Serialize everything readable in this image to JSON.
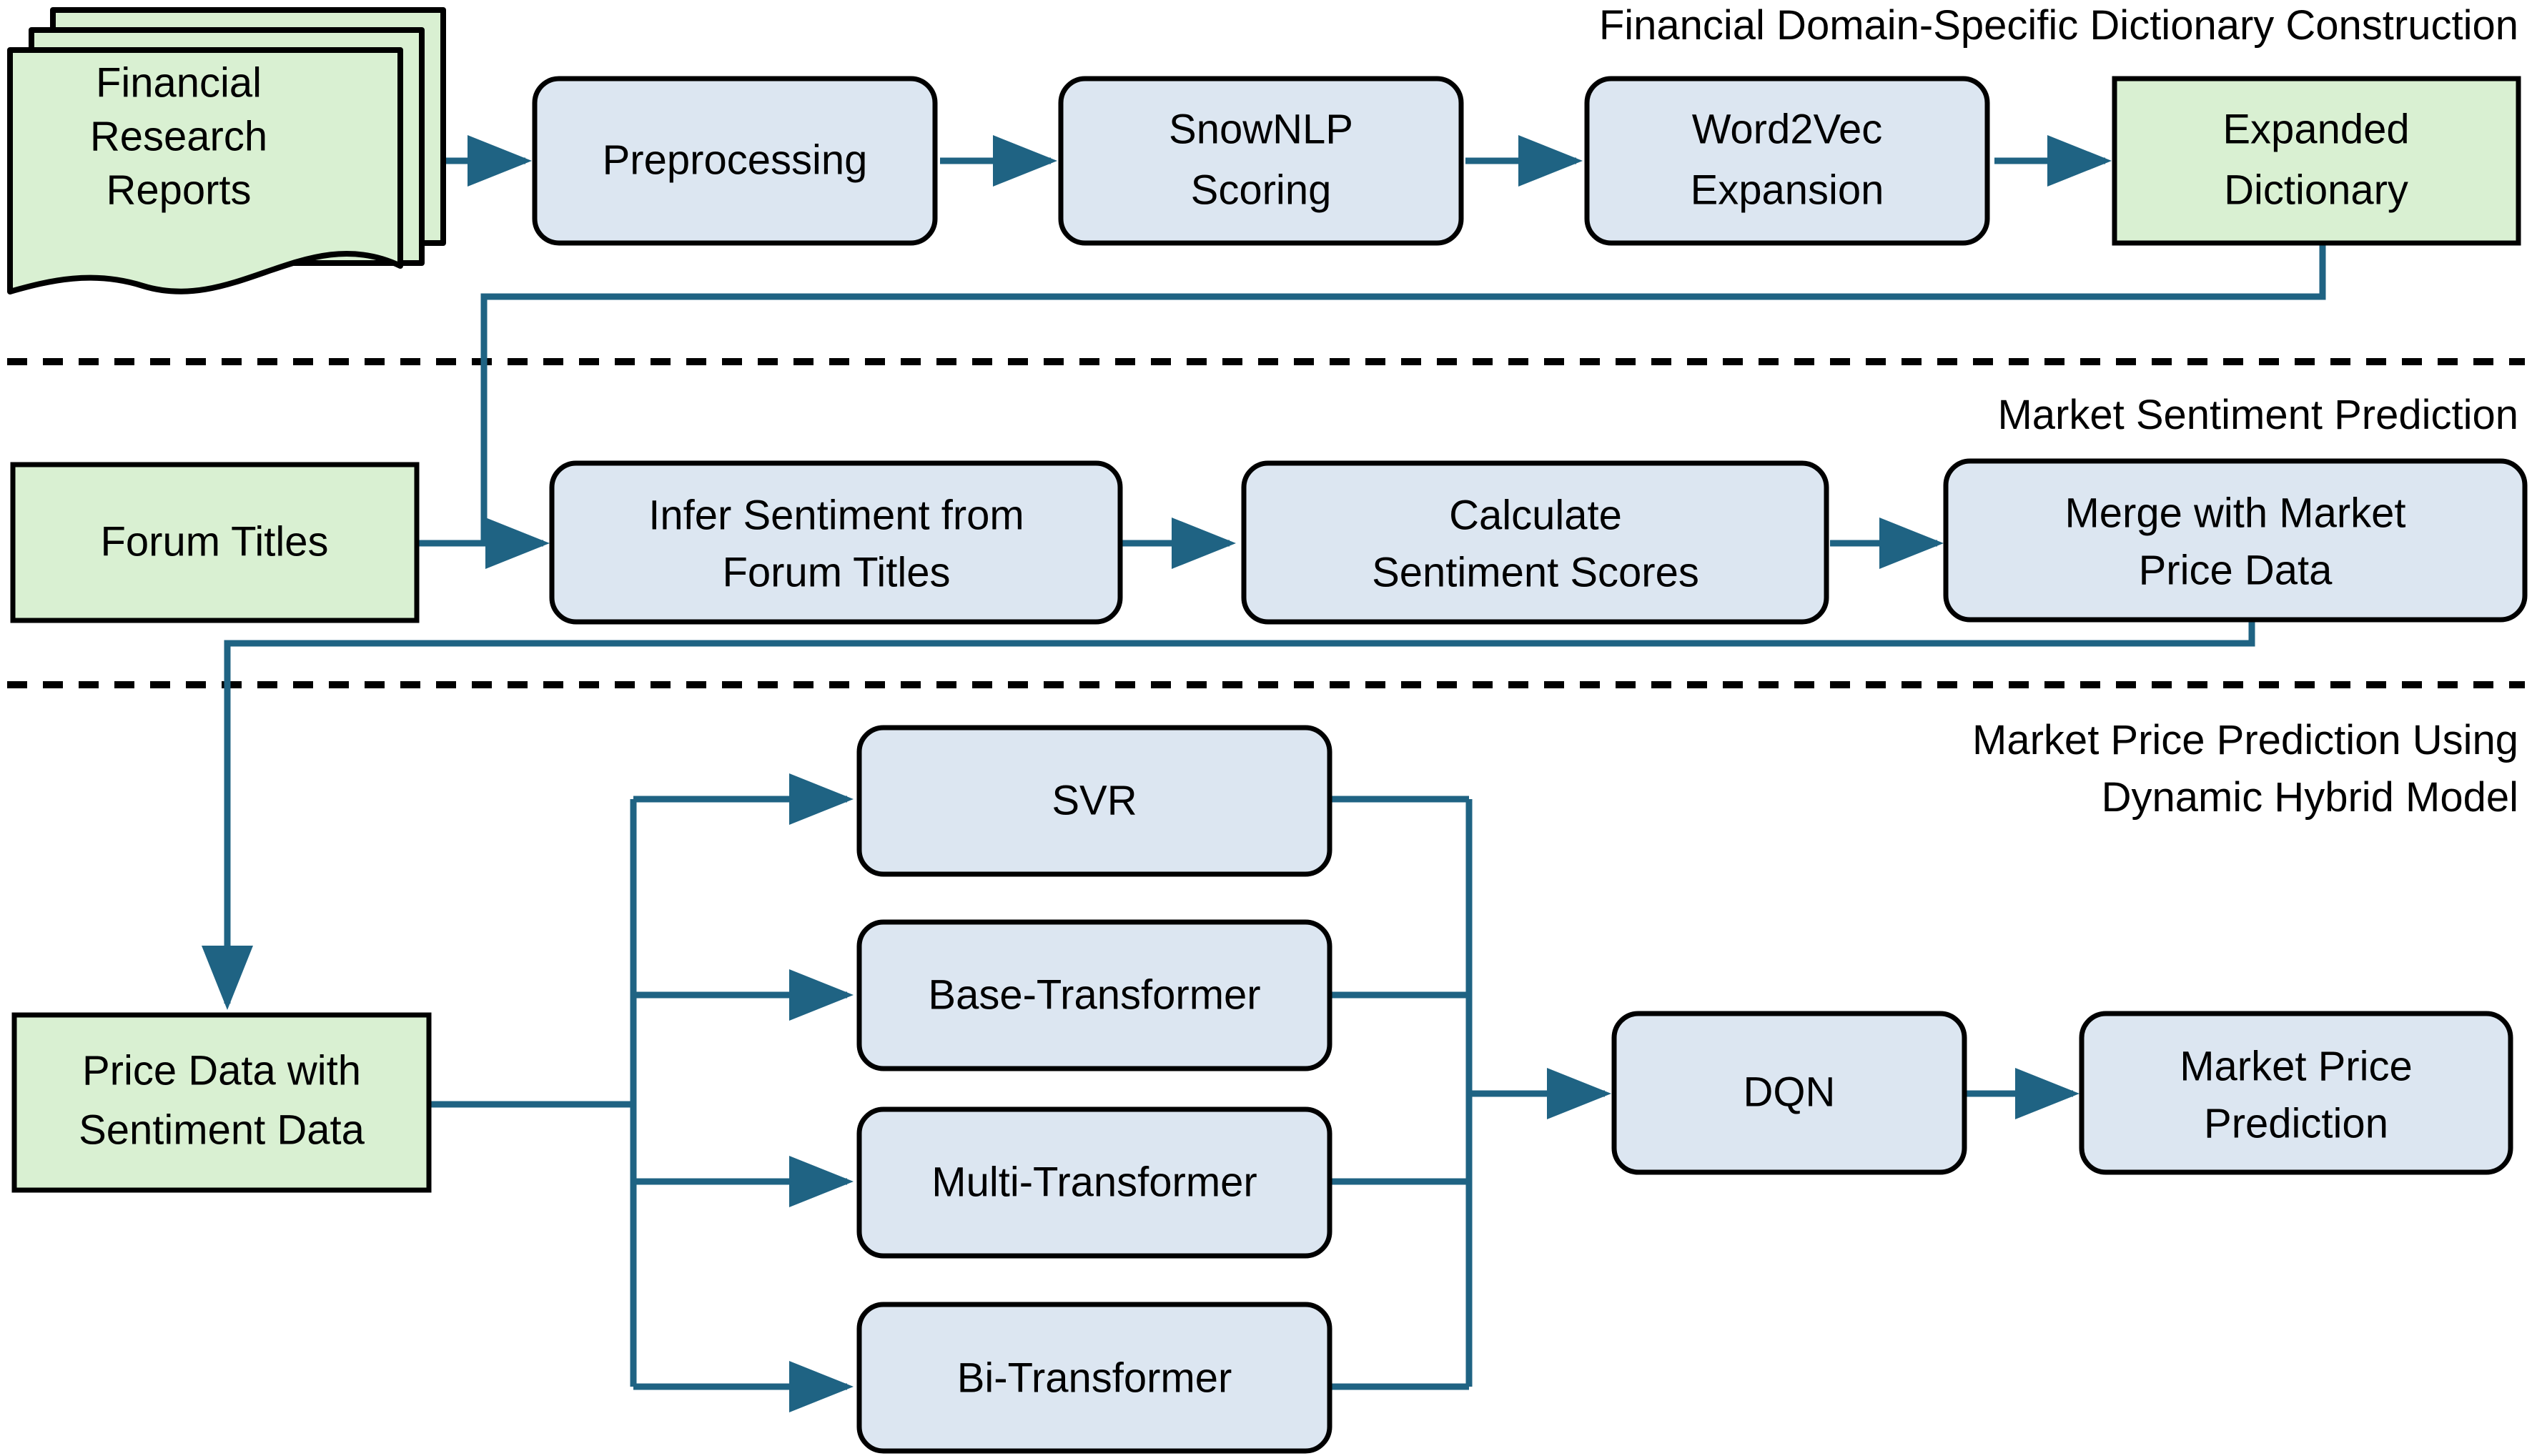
{
  "figure": {
    "type": "flowchart",
    "background_color": "#ffffff",
    "accent_color": "#1f6383",
    "process_fill": "#dce6f1",
    "data_fill": "#d9f0d2",
    "border_color": "#000000"
  },
  "sections": [
    {
      "id": "dictionary",
      "title": "Financial Domain-Specific Dictionary Construction",
      "title_lines": [
        "Financial Domain-Specific Dictionary Construction"
      ]
    },
    {
      "id": "sentiment",
      "title": "Market Sentiment Prediction",
      "title_lines": [
        "Market Sentiment Prediction"
      ]
    },
    {
      "id": "price",
      "title": "Market Price Prediction Using Dynamic Hybrid Model",
      "title_lines": [
        "Market Price Prediction Using",
        "Dynamic Hybrid Model"
      ]
    }
  ],
  "nodes": {
    "financial_research_reports": {
      "label_lines": [
        "Financial",
        "Research",
        "Reports"
      ],
      "shape": "multi-document",
      "fill": "#d9f0d2"
    },
    "preprocessing": {
      "label_lines": [
        "Preprocessing"
      ],
      "shape": "rounded-rect",
      "fill": "#dce6f1"
    },
    "snownlp_scoring": {
      "label_lines": [
        "SnowNLP",
        "Scoring"
      ],
      "shape": "rounded-rect",
      "fill": "#dce6f1"
    },
    "word2vec_expansion": {
      "label_lines": [
        "Word2Vec",
        "Expansion"
      ],
      "shape": "rounded-rect",
      "fill": "#dce6f1"
    },
    "expanded_dictionary": {
      "label_lines": [
        "Expanded",
        "Dictionary"
      ],
      "shape": "rect",
      "fill": "#d9f0d2"
    },
    "forum_titles": {
      "label_lines": [
        "Forum Titles"
      ],
      "shape": "rect",
      "fill": "#d9f0d2"
    },
    "infer_sentiment": {
      "label_lines": [
        "Infer Sentiment from",
        "Forum Titles"
      ],
      "shape": "rounded-rect",
      "fill": "#dce6f1"
    },
    "calculate_sentiment_scores": {
      "label_lines": [
        "Calculate",
        "Sentiment Scores"
      ],
      "shape": "rounded-rect",
      "fill": "#dce6f1"
    },
    "merge_market_price": {
      "label_lines": [
        "Merge with Market",
        "Price Data"
      ],
      "shape": "rounded-rect",
      "fill": "#dce6f1"
    },
    "price_data_sentiment": {
      "label_lines": [
        "Price Data with",
        "Sentiment Data"
      ],
      "shape": "rect",
      "fill": "#d9f0d2"
    },
    "svr": {
      "label_lines": [
        "SVR"
      ],
      "shape": "rounded-rect",
      "fill": "#dce6f1"
    },
    "base_transformer": {
      "label_lines": [
        "Base-Transformer"
      ],
      "shape": "rounded-rect",
      "fill": "#dce6f1"
    },
    "multi_transformer": {
      "label_lines": [
        "Multi-Transformer"
      ],
      "shape": "rounded-rect",
      "fill": "#dce6f1"
    },
    "bi_transformer": {
      "label_lines": [
        "Bi-Transformer"
      ],
      "shape": "rounded-rect",
      "fill": "#dce6f1"
    },
    "dqn": {
      "label_lines": [
        "DQN"
      ],
      "shape": "rounded-rect",
      "fill": "#dce6f1"
    },
    "market_price_prediction": {
      "label_lines": [
        "Market Price",
        "Prediction"
      ],
      "shape": "rounded-rect",
      "fill": "#dce6f1"
    }
  },
  "edges": [
    {
      "from": "financial_research_reports",
      "to": "preprocessing"
    },
    {
      "from": "preprocessing",
      "to": "snownlp_scoring"
    },
    {
      "from": "snownlp_scoring",
      "to": "word2vec_expansion"
    },
    {
      "from": "word2vec_expansion",
      "to": "expanded_dictionary"
    },
    {
      "from": "expanded_dictionary",
      "to": "infer_sentiment"
    },
    {
      "from": "forum_titles",
      "to": "infer_sentiment"
    },
    {
      "from": "infer_sentiment",
      "to": "calculate_sentiment_scores"
    },
    {
      "from": "calculate_sentiment_scores",
      "to": "merge_market_price"
    },
    {
      "from": "merge_market_price",
      "to": "price_data_sentiment"
    },
    {
      "from": "price_data_sentiment",
      "to": "svr"
    },
    {
      "from": "price_data_sentiment",
      "to": "base_transformer"
    },
    {
      "from": "price_data_sentiment",
      "to": "multi_transformer"
    },
    {
      "from": "price_data_sentiment",
      "to": "bi_transformer"
    },
    {
      "from": "svr",
      "to": "dqn"
    },
    {
      "from": "base_transformer",
      "to": "dqn"
    },
    {
      "from": "multi_transformer",
      "to": "dqn"
    },
    {
      "from": "bi_transformer",
      "to": "dqn"
    },
    {
      "from": "dqn",
      "to": "market_price_prediction"
    }
  ]
}
